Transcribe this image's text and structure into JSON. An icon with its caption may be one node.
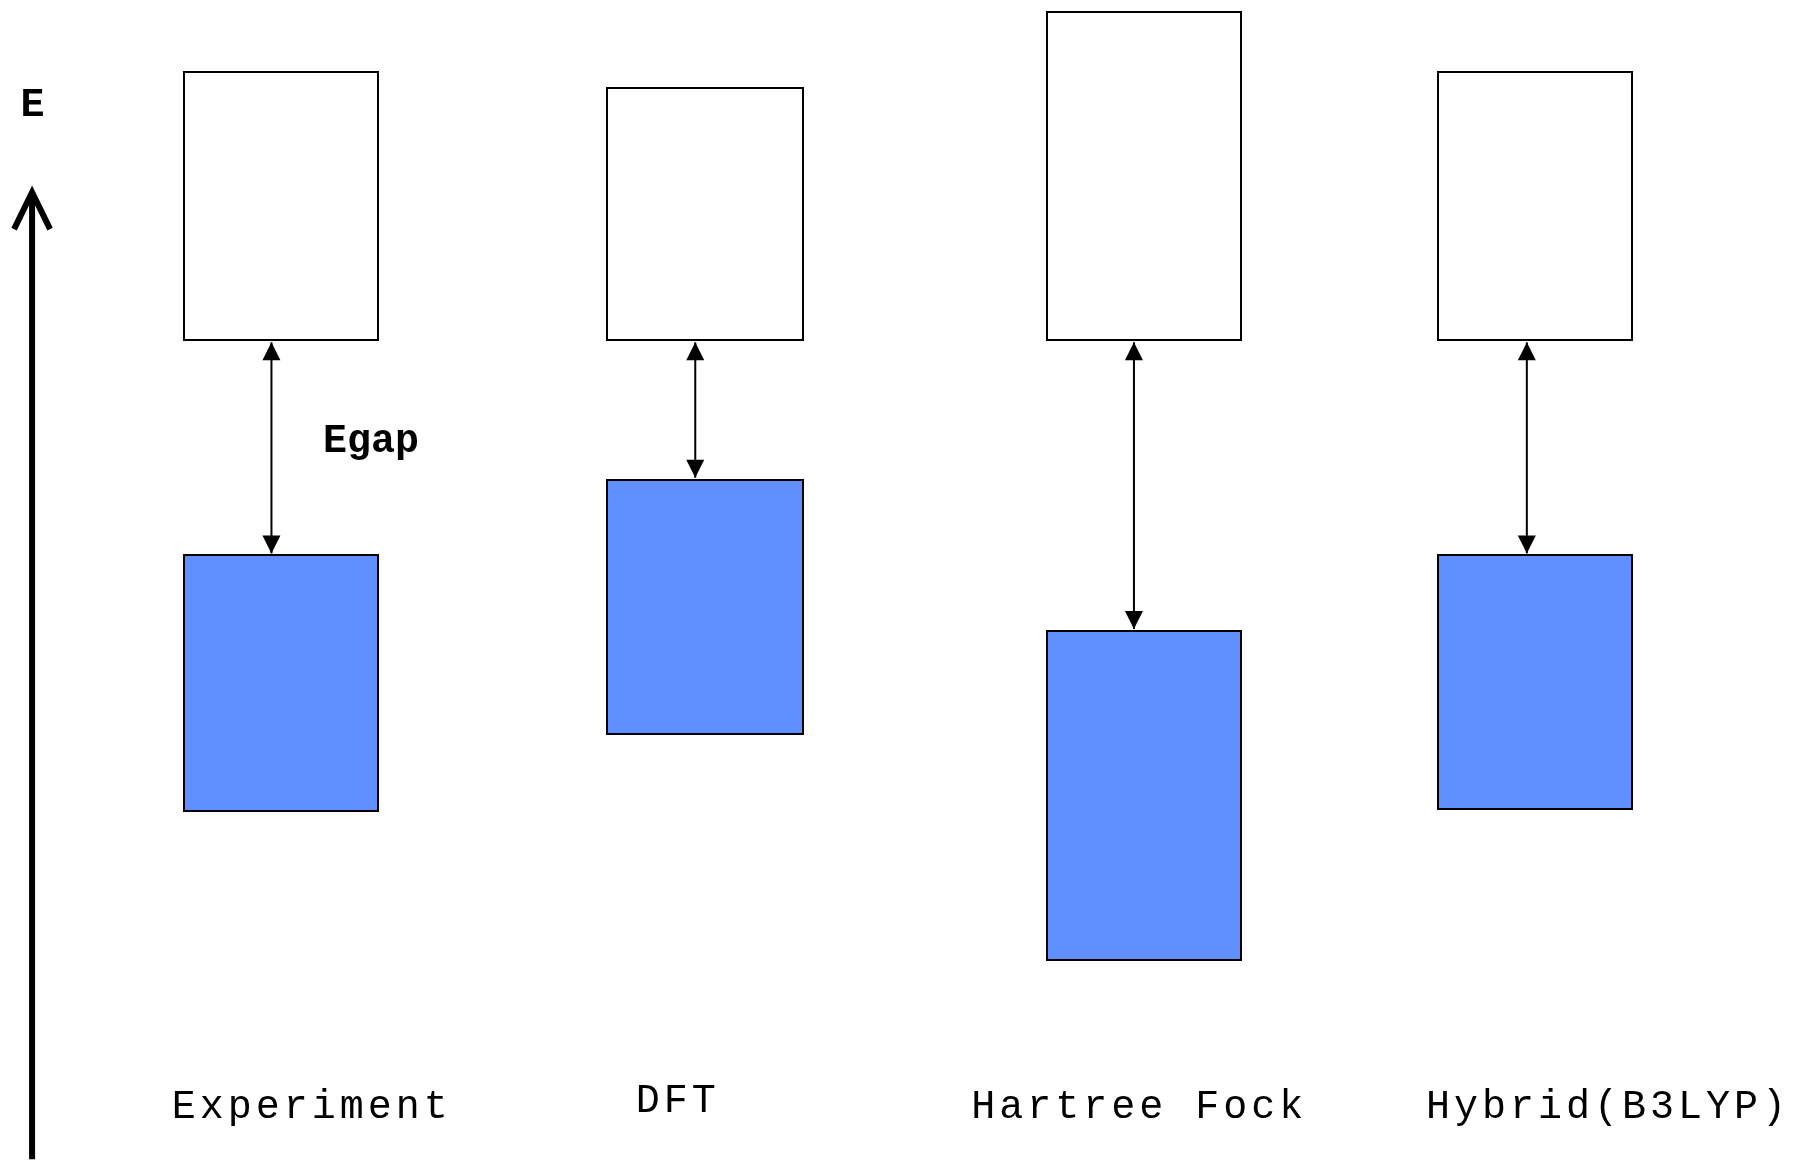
{
  "diagram": {
    "nodes": [
      {
        "text": [],
        "shape": "box"
      },
      {
        "text": [],
        "shape": "box"
      },
      {
        "text": [],
        "shape": "box"
      },
      {
        "text": [],
        "shape": "box"
      },
      {
        "text": [],
        "shape": "box"
      },
      {
        "text": [],
        "shape": "box"
      },
      {
        "text": [],
        "shape": "box"
      },
      {
        "text": [],
        "shape": "box"
      }
    ],
    "edges": [
      {
        "from": 0,
        "to": 1,
        "arrow": "both"
      },
      {
        "from": 2,
        "to": 3,
        "arrow": "both"
      },
      {
        "from": 4,
        "to": 5,
        "arrow": "both"
      },
      {
        "from": 6,
        "to": 7,
        "arrow": "both"
      }
    ],
    "labels": [
      "E",
      "Egap",
      "Experiment",
      "DFT",
      "Hartree Fock",
      "Hybrid(B3LYP)"
    ]
  }
}
